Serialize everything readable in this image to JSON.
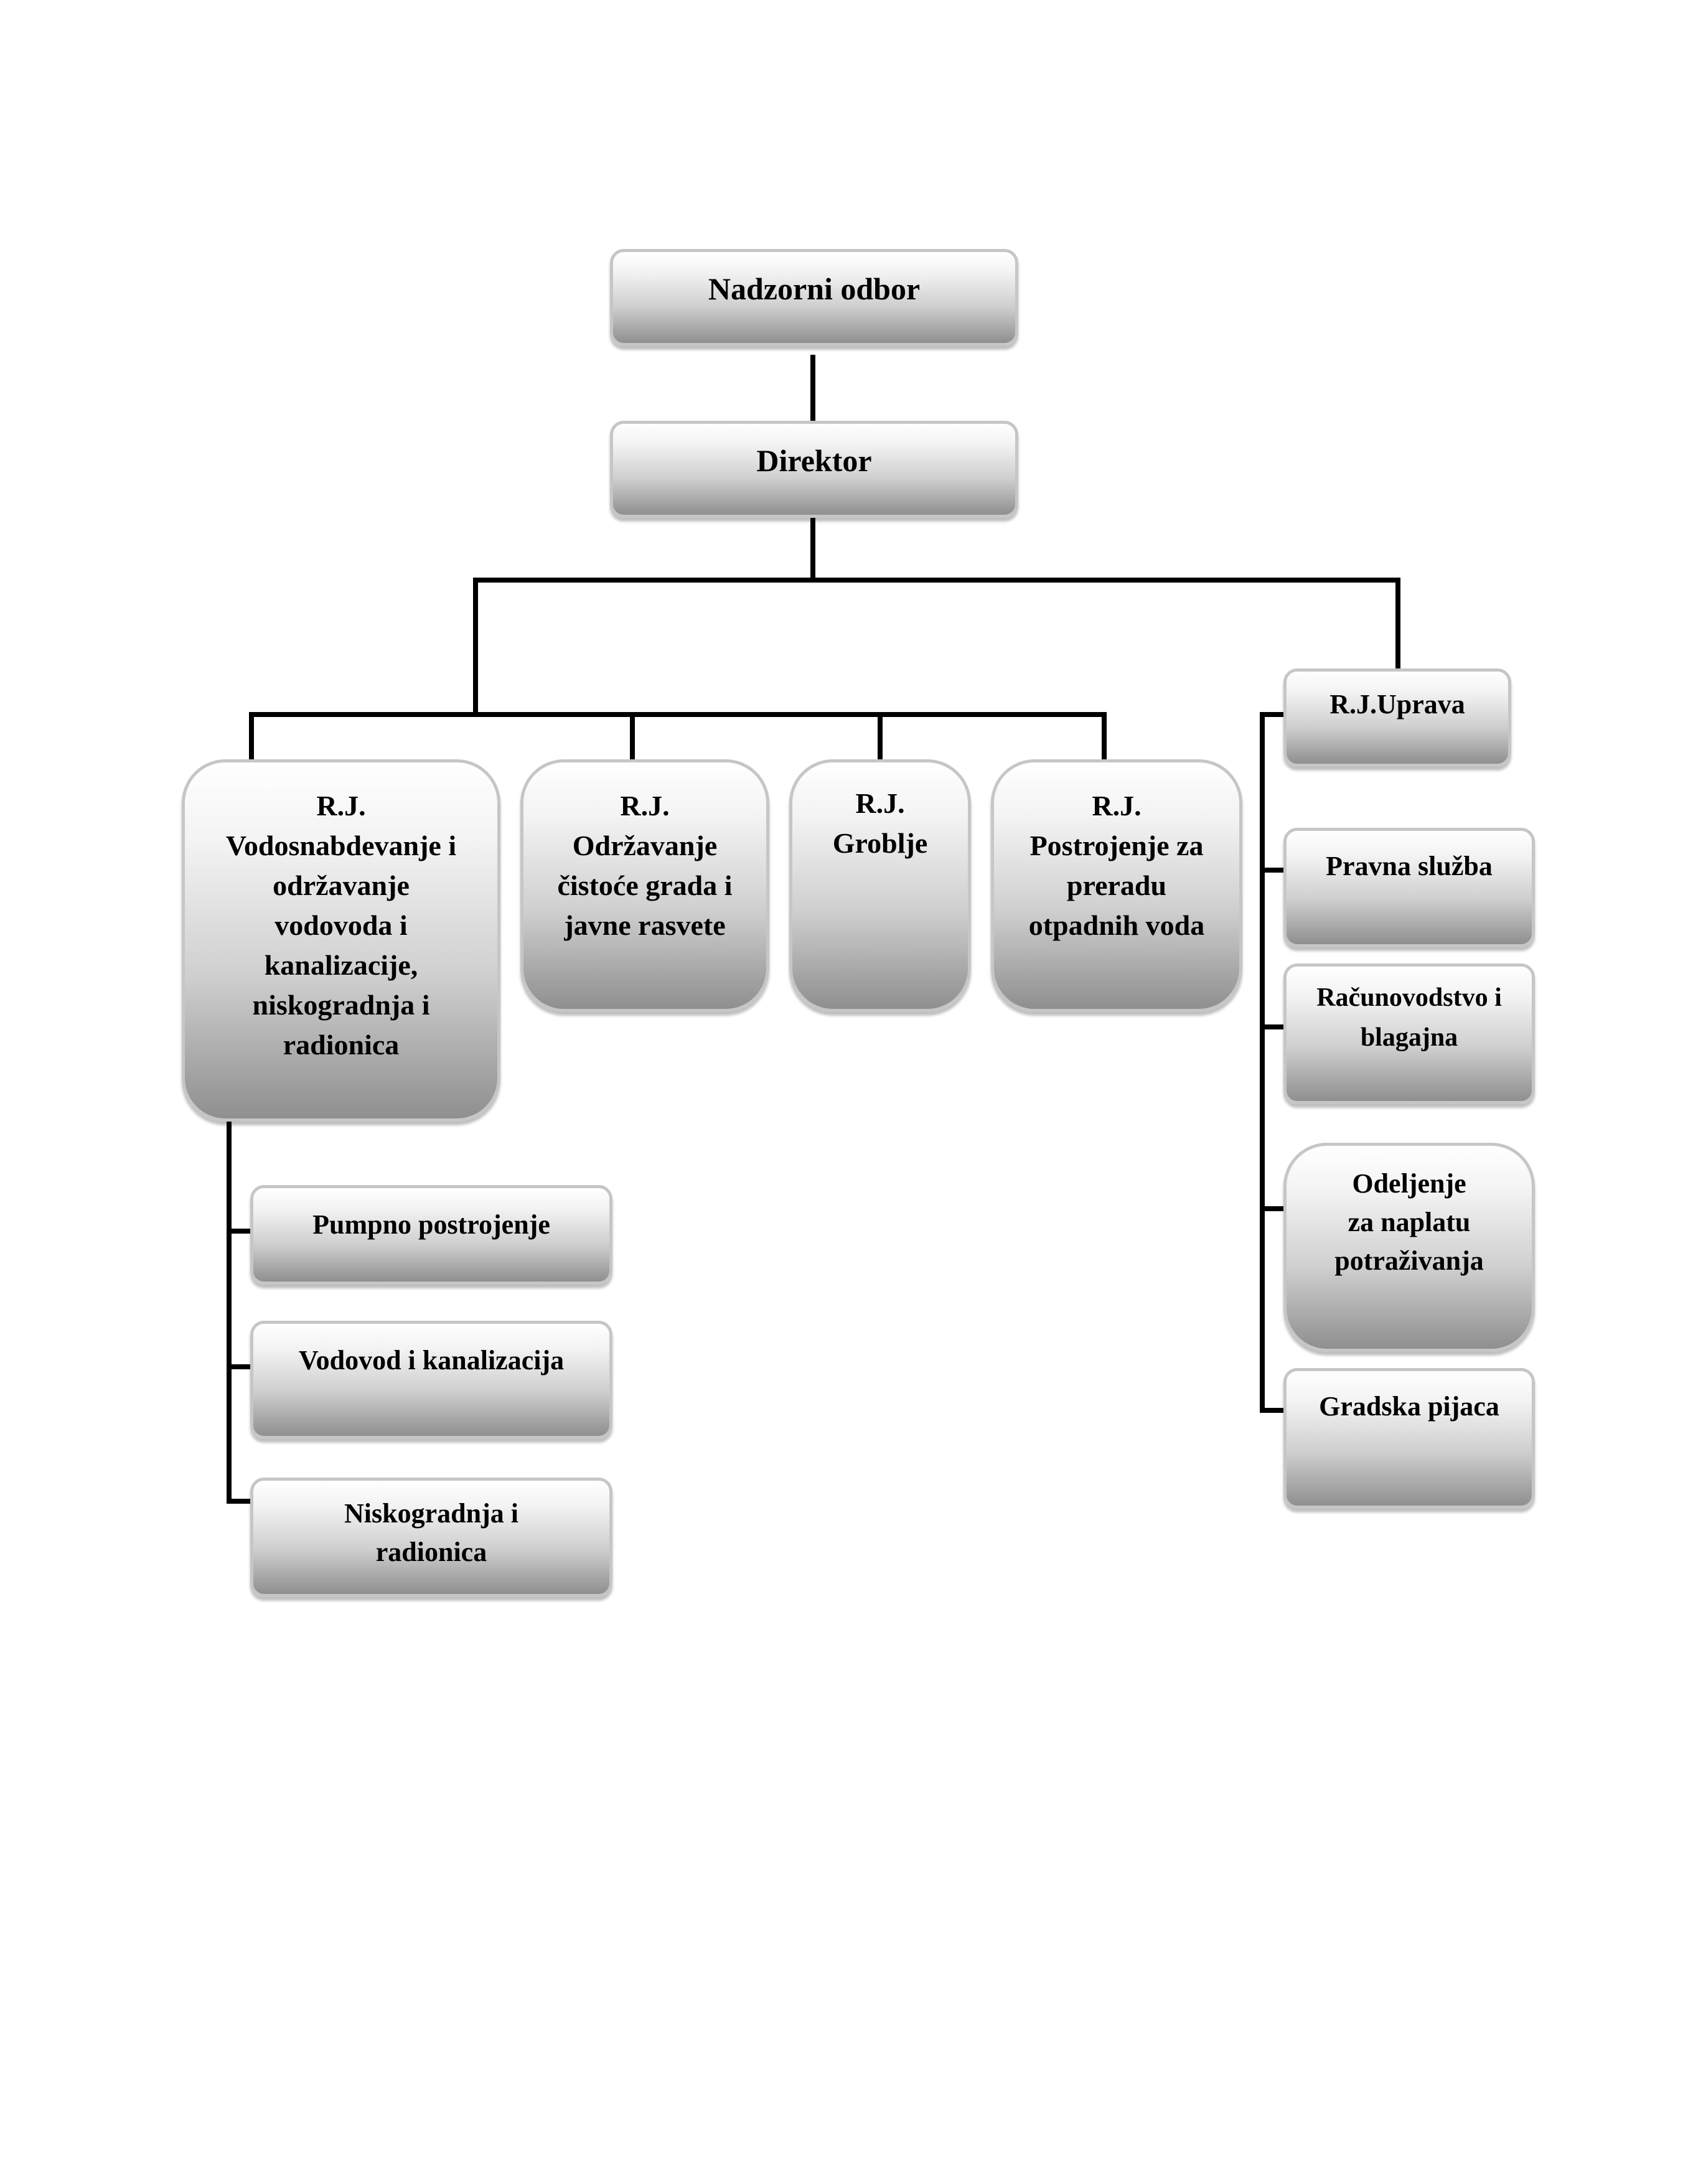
{
  "org_chart": {
    "supervisory_board": "Nadzorni odbor",
    "director": "Direktor",
    "unit_water": "R.J.\nVodosnabdevanje i\nodržavanje\nvodovoda i\nkanalizacije,\nniskogradnja i\nradionica",
    "unit_cleaning": "R.J.\nOdržavanje\nčistoće grada i\njavne rasvete",
    "unit_cemetery": "R.J.\nGroblje",
    "unit_wastewater": "R.J.\nPostrojenje za\npreradu\notpadnih voda",
    "unit_administration": "R.J.Uprava",
    "water_sub": [
      "Pumpno postrojenje",
      "Vodovod i kanalizacija",
      "Niskogradnja i\nradionica"
    ],
    "admin_sub": [
      "Pravna služba",
      "Računovodstvo i\nblagajna",
      "Odeljenje\nza naplatu\npotraživanja",
      "Gradska pijaca"
    ]
  }
}
